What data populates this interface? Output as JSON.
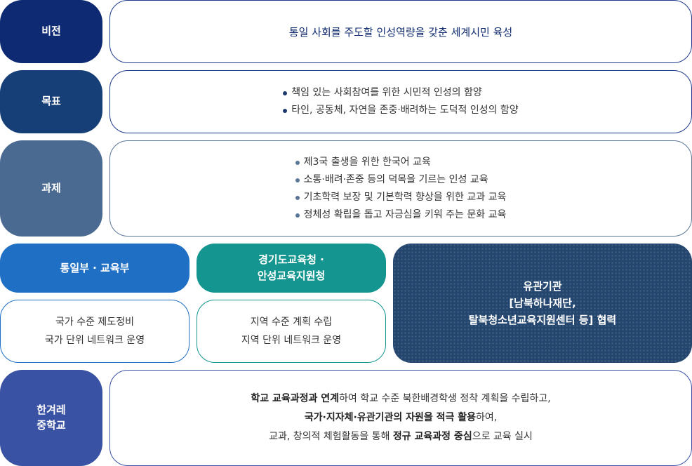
{
  "vision": {
    "label": "비전",
    "text": "통일 사회를 주도할 인성역량을 갖춘 세계시민 육성"
  },
  "goal": {
    "label": "목표",
    "items": [
      "책임 있는 사회참여를 위한 시민적 인성의 함양",
      "타인, 공동체, 자연을 존중·배려하는 도덕적 인성의 함양"
    ]
  },
  "task": {
    "label": "과제",
    "items": [
      "제3국 출생을 위한 한국어 교육",
      "소통·배려·존중 등의 덕목을 기르는 인성 교육",
      "기초학력 보장 및 기본학력 향상을 위한 교과 교육",
      "정체성 확립을 돕고 자긍심을 키워 주는 문화 교육"
    ]
  },
  "ministry": {
    "title": "통일부 · 교육부",
    "lines": [
      "국가 수준 제도정비",
      "국가 단위 네트워크 운영"
    ]
  },
  "office": {
    "title_lines": [
      "경기도교육청 ·",
      "안성교육지원청"
    ],
    "lines": [
      "지역 수준 계획 수립",
      "지역 단위 네트워크 운영"
    ]
  },
  "partner": {
    "lines": [
      "유관기관",
      "[남북하나재단,",
      "탈북청소년교육지원센터 등] 협력"
    ]
  },
  "school": {
    "label_lines": [
      "한겨레",
      "중학교"
    ],
    "line1": {
      "b1": "학교 교육과정과 연계",
      "t1": "하여 학교 수준 북한배경학생 정착 계획을 수립하고,"
    },
    "line2": {
      "b1": "국가·지자체·유관기관의 자원을 적극 활용",
      "t1": "하여,"
    },
    "line3": {
      "t1": "교과, 창의적 체험활동을 통해 ",
      "b1": "정규 교육과정 중심",
      "t2": "으로 교육 실시"
    }
  },
  "colors": {
    "vision": "#0e2a72",
    "goal": "#163f78",
    "task": "#4a6a91",
    "ministry": "#1f6fc4",
    "office": "#14958f",
    "partner": "#24466e",
    "school": "#3a52a3"
  }
}
